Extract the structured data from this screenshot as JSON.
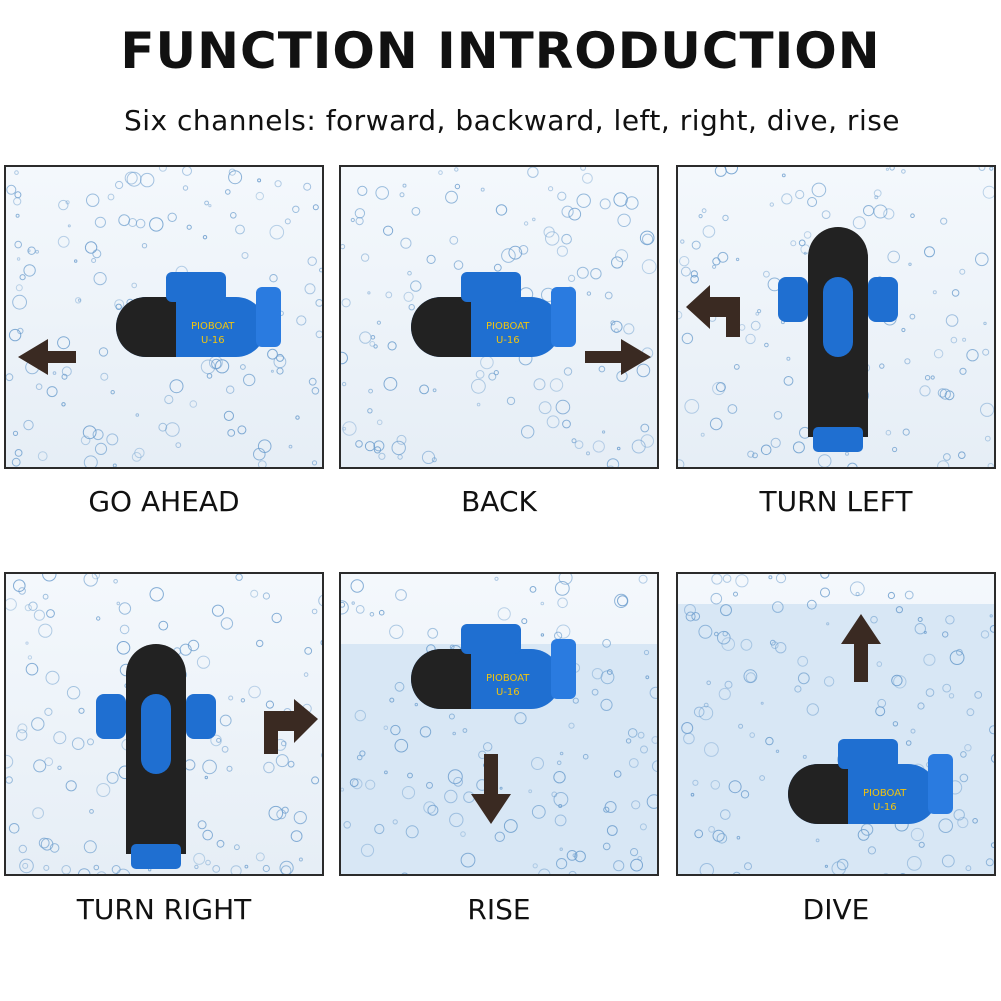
{
  "header": {
    "title": "FUNCTION INTRODUCTION",
    "subtitle": "Six channels: forward, backward, left, right, dive, rise"
  },
  "panels": [
    {
      "label": "GO AHEAD",
      "view": "side",
      "arrow": "left-icon"
    },
    {
      "label": "BACK",
      "view": "side",
      "arrow": "right-icon"
    },
    {
      "label": "TURN LEFT",
      "view": "front",
      "arrow": "turn-left-icon"
    },
    {
      "label": "TURN RIGHT",
      "view": "front",
      "arrow": "turn-right-icon"
    },
    {
      "label": "RISE",
      "view": "side",
      "arrow": "down-icon"
    },
    {
      "label": "DIVE",
      "view": "side",
      "arrow": "up-icon"
    }
  ],
  "submarine": {
    "brand": "PIOBOAT",
    "model": "U-16",
    "colors": {
      "body": "#1f6fd1",
      "dark": "#222222",
      "water": "#9fc3e6"
    }
  }
}
